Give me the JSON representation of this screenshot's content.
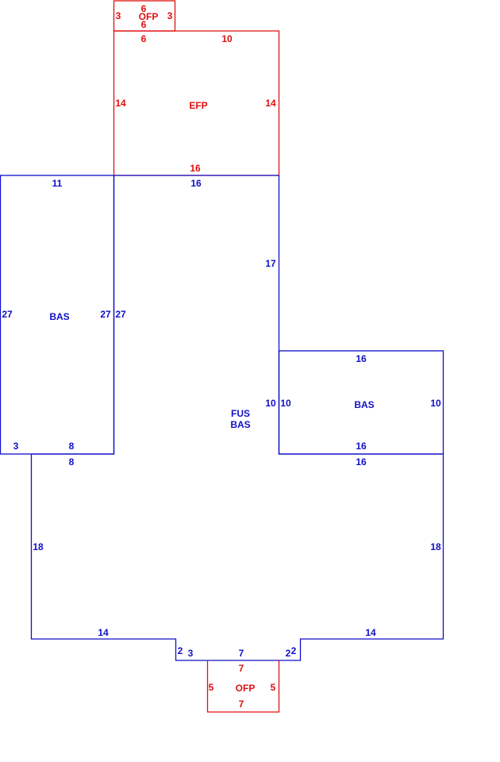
{
  "colors": {
    "living_area": "#1010c8",
    "porch_area": "#e01010"
  },
  "areas": {
    "ofp_top": {
      "code": "OFP",
      "dims": [
        "6",
        "6",
        "3",
        "3"
      ]
    },
    "efp": {
      "code": "EFP",
      "dims": [
        "6",
        "10",
        "14",
        "14",
        "16"
      ]
    },
    "bas_left": {
      "code": "BAS",
      "dims": [
        "11",
        "27",
        "27",
        "3",
        "8"
      ]
    },
    "main": {
      "code_upper": "FUS",
      "code_lower": "BAS",
      "dims": [
        "16",
        "17",
        "10",
        "8",
        "18",
        "14",
        "2",
        "3",
        "7",
        "2",
        "14",
        "16",
        "18"
      ]
    },
    "bas_right": {
      "code": "BAS",
      "dims": [
        "16",
        "10",
        "10",
        "16"
      ]
    },
    "ofp_bottom": {
      "code": "OFP",
      "dims": [
        "7",
        "5",
        "5",
        "7"
      ]
    }
  }
}
